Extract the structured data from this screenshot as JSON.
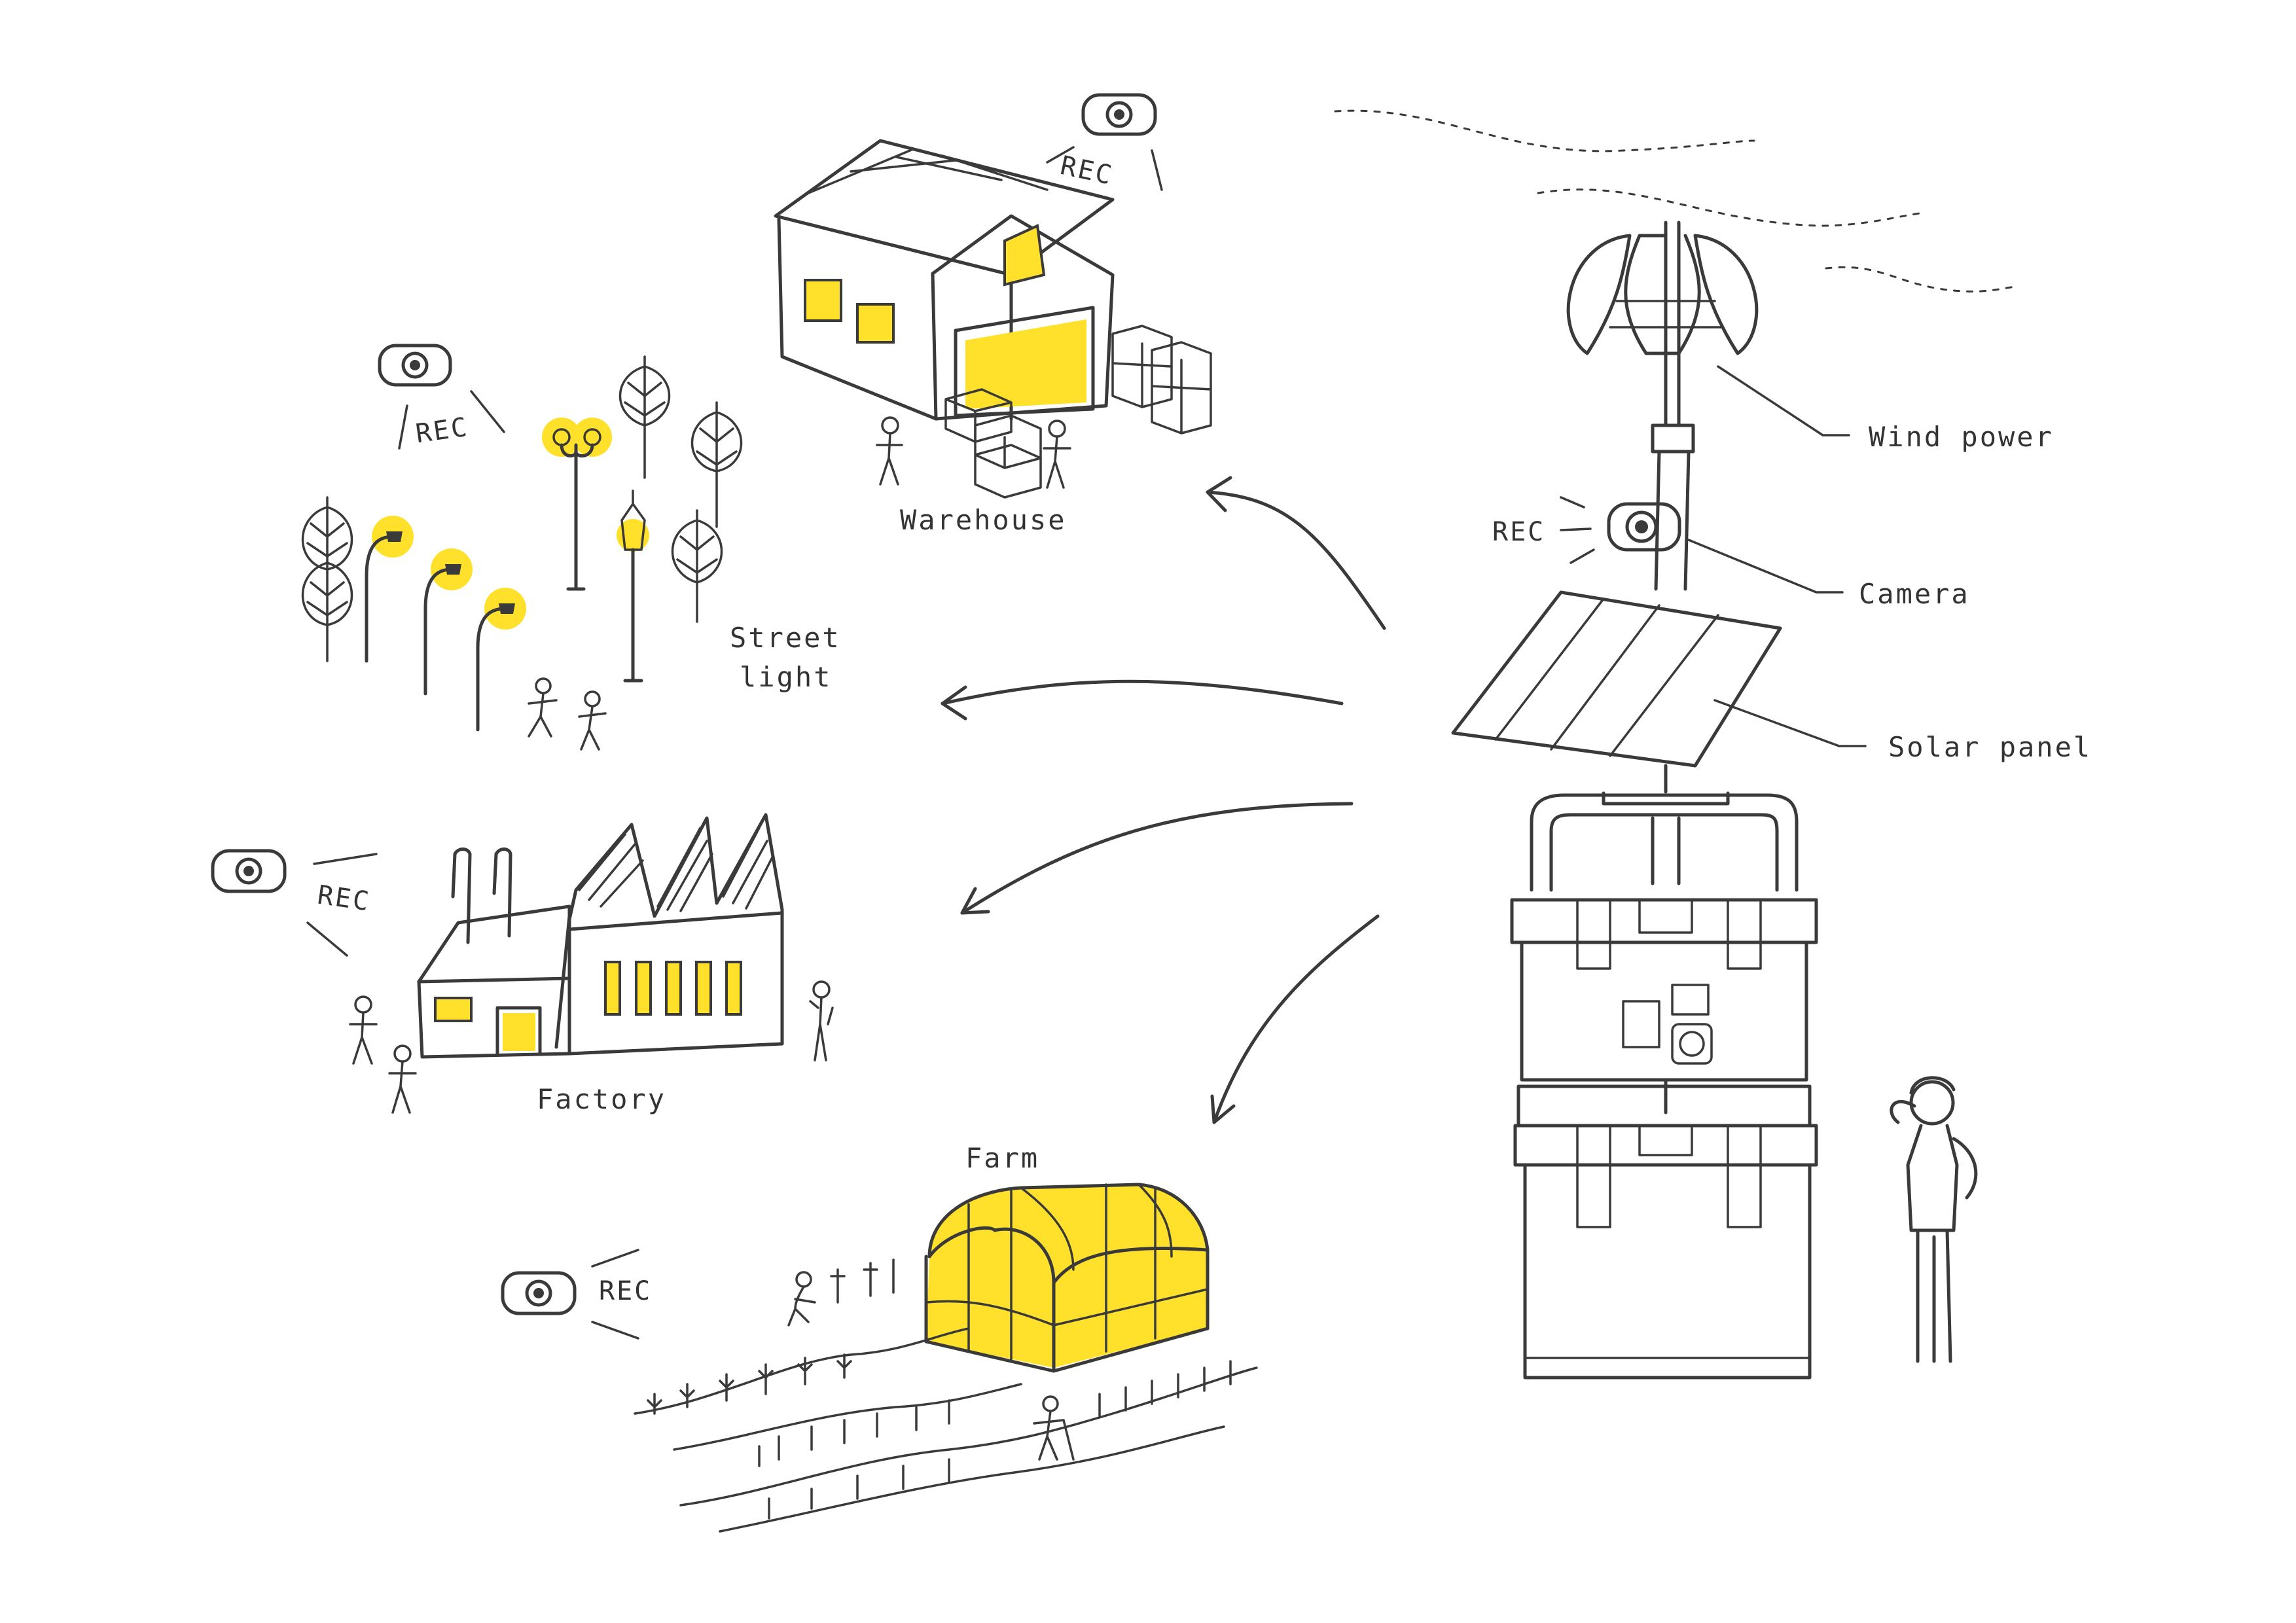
{
  "labels": {
    "warehouse": "Warehouse",
    "street_light_line1": "Street",
    "street_light_line2": "light",
    "factory": "Factory",
    "farm": "Farm",
    "wind_power": "Wind power",
    "camera": "Camera",
    "solar_panel": "Solar panel"
  },
  "rec_tags": {
    "warehouse": "REC",
    "street_light": "REC",
    "factory": "REC",
    "farm": "REC",
    "tower": "REC"
  },
  "colors": {
    "ink": "#3a3a3a",
    "highlight": "#ffe12b",
    "background": "#ffffff"
  },
  "icons": [
    "camera-icon",
    "wind-turbine-icon",
    "solar-panel-icon",
    "battery-case-icon",
    "street-lamp-icon",
    "tree-icon",
    "person-icon",
    "greenhouse-icon",
    "crate-icon"
  ]
}
